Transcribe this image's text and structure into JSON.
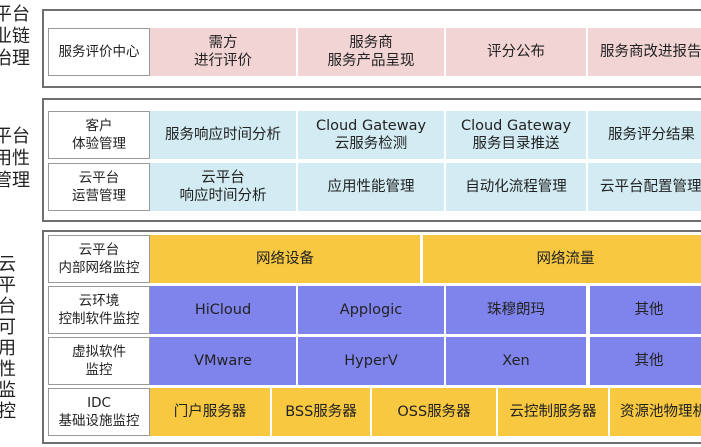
{
  "sections": {
    "s1": {
      "side_label": "平台\n业链\n治理",
      "row": {
        "label": "服务评价中心",
        "cells": [
          "需方\n进行评价",
          "服务商\n服务产品呈现",
          "评分公布",
          "服务商改进报告"
        ]
      }
    },
    "s2": {
      "side_label": "平台\n用性\n管理",
      "rows": [
        {
          "label": "客户\n体验管理",
          "cells": [
            "服务响应时间分析",
            "Cloud Gateway\n云服务检测",
            "Cloud Gateway\n服务目录推送",
            "服务评分结果"
          ]
        },
        {
          "label": "云平台\n运营管理",
          "cells": [
            "云平台\n响应时间分析",
            "应用性能管理",
            "自动化流程管理",
            "云平台配置管理"
          ]
        }
      ]
    },
    "s3": {
      "side_label": "云\n平\n台\n可\n用\n性\n监\n控",
      "rows": [
        {
          "label": "云平台\n内部网络监控",
          "cells": [
            "网络设备",
            "网络流量"
          ]
        },
        {
          "label": "云环境\n控制软件监控",
          "cells": [
            "HiCloud",
            "Applogic",
            "珠穆朗玛",
            "其他"
          ]
        },
        {
          "label": "虚拟软件\n监控",
          "cells": [
            "VMware",
            "HyperV",
            "Xen",
            "其他"
          ]
        },
        {
          "label": "IDC\n基础设施监控",
          "cells": [
            "门户服务器",
            "BSS服务器",
            "OSS服务器",
            "云控制服务器",
            "资源池物理机"
          ]
        }
      ]
    }
  },
  "colors": {
    "pink": "#f2d4d4",
    "cyan": "#d3ecf3",
    "gold": "#f7c840",
    "blue": "#7f84ec",
    "gray": "#e2e2e2",
    "frame": "#6f6f6f"
  }
}
